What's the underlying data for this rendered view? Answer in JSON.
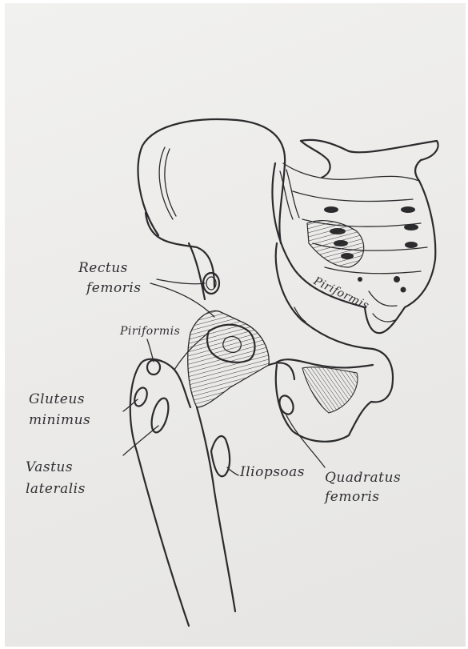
{
  "labels": {
    "rectus_femoris": [
      "Rectus",
      "femoris"
    ],
    "piriformis_femur": "Piriformis",
    "piriformis_pelvis": "Piriformis",
    "gluteus_minimus": [
      "Gluteus",
      "minimus"
    ],
    "vastus_lateralis": [
      "Vastus",
      "lateralis"
    ],
    "iliopsoas": "Iliopsoas",
    "quadratus_femoris": [
      "Quadratus",
      "femoris"
    ]
  }
}
